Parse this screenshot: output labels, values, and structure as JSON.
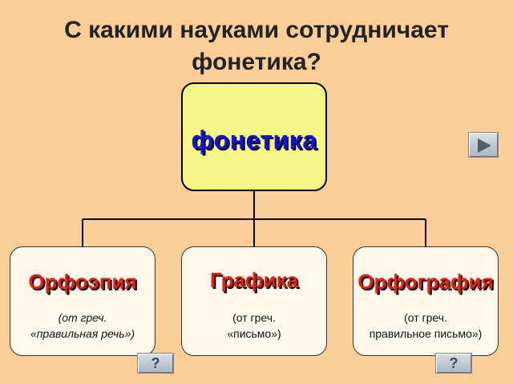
{
  "title": {
    "line1": "С какими науками сотрудничает",
    "line2": "фонетика?"
  },
  "root": {
    "label": "фонетика"
  },
  "children": [
    {
      "title": "Орфоэпия",
      "note_line1": "(от греч.",
      "note_line2": "«правильная речь»)"
    },
    {
      "title": "Графика",
      "note_line1": "(от греч.",
      "note_line2": "«письмо»)"
    },
    {
      "title": "Орфография",
      "note_line1": "(от греч.",
      "note_line2": "правильное письмо»)"
    }
  ],
  "buttons": {
    "help_label": "?",
    "next_icon": "play-arrow-icon"
  },
  "colors": {
    "background": "#fbcd97",
    "root_fill": "#f5f58a",
    "root_text": "#1313d6",
    "child_fill": "#fef8ec",
    "child_title": "#e02010"
  }
}
